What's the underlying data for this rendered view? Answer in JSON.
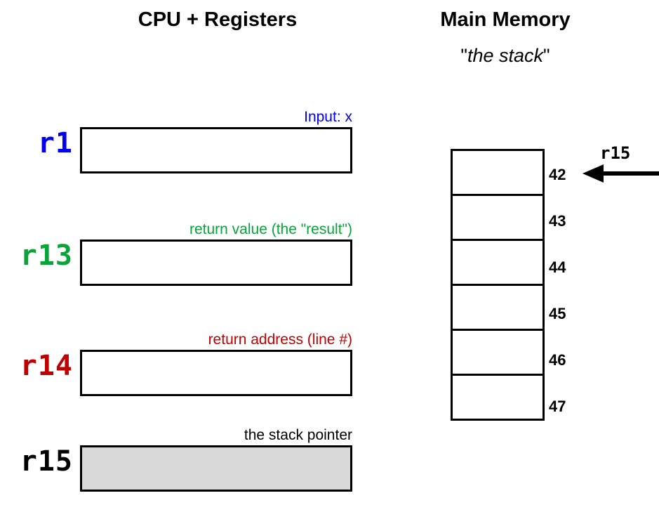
{
  "headers": {
    "cpu_title": "CPU + Registers",
    "memory_title": "Main Memory",
    "memory_subtitle_open_quote": "\"",
    "memory_subtitle_italic": "the stack",
    "memory_subtitle_close_quote": "\""
  },
  "colors": {
    "blue": "#0000ee",
    "green": "#0aa33a",
    "red": "#c00000",
    "black": "#000000",
    "box_fill_gray": "#d9d9d9",
    "box_stroke": "#000000",
    "background": "#ffffff"
  },
  "registers": [
    {
      "name": "r1",
      "caption": "Input: x",
      "color": "#0000ee",
      "value": "",
      "filled": false
    },
    {
      "name": "r13",
      "caption": "return value (the \"result\")",
      "color": "#0aa33a",
      "value": "",
      "filled": false
    },
    {
      "name": "r14",
      "caption": "return address (line #)",
      "color": "#c00000",
      "value": "",
      "filled": false
    },
    {
      "name": "r15",
      "caption": "the stack pointer",
      "color": "#000000",
      "value": "",
      "filled": true
    }
  ],
  "memory": {
    "cells": [
      {
        "address": "42",
        "value": ""
      },
      {
        "address": "43",
        "value": ""
      },
      {
        "address": "44",
        "value": ""
      },
      {
        "address": "45",
        "value": ""
      },
      {
        "address": "46",
        "value": ""
      },
      {
        "address": "47",
        "value": ""
      }
    ],
    "stack_pointer": {
      "label": "r15",
      "points_to_address": "42"
    }
  }
}
